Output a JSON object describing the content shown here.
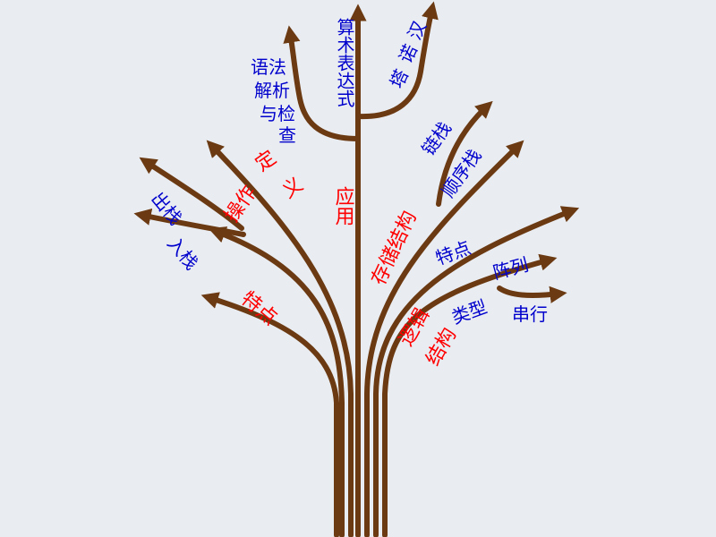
{
  "labels": {
    "suanshu": "算术表达式",
    "yufa_1": "语法",
    "yufa_2": "解析",
    "yufa_3": "与检",
    "yufa_4": "查",
    "hanuo_1": "汉",
    "hanuo_2": "诺",
    "hanuo_3": "塔",
    "dingyi_1": "定",
    "dingyi_2": "义",
    "yingyong": "应用",
    "chuzhan": "出栈",
    "ruzhan": "入栈",
    "caozuo": "操作",
    "tedian_left": "特点",
    "cunchu": "存储结构",
    "lianzhan": "链栈",
    "shunxuzhan": "顺序栈",
    "tedian_right": "特点",
    "luoji": "逻辑",
    "jiegou": "结构",
    "leixing": "类型",
    "zhenlie": "阵列",
    "chuanxing": "串行"
  },
  "colors": {
    "branch": "#6b3a12",
    "category_text": "#ff0000",
    "leaf_text": "#0000cc",
    "background": "#e9edf2"
  }
}
